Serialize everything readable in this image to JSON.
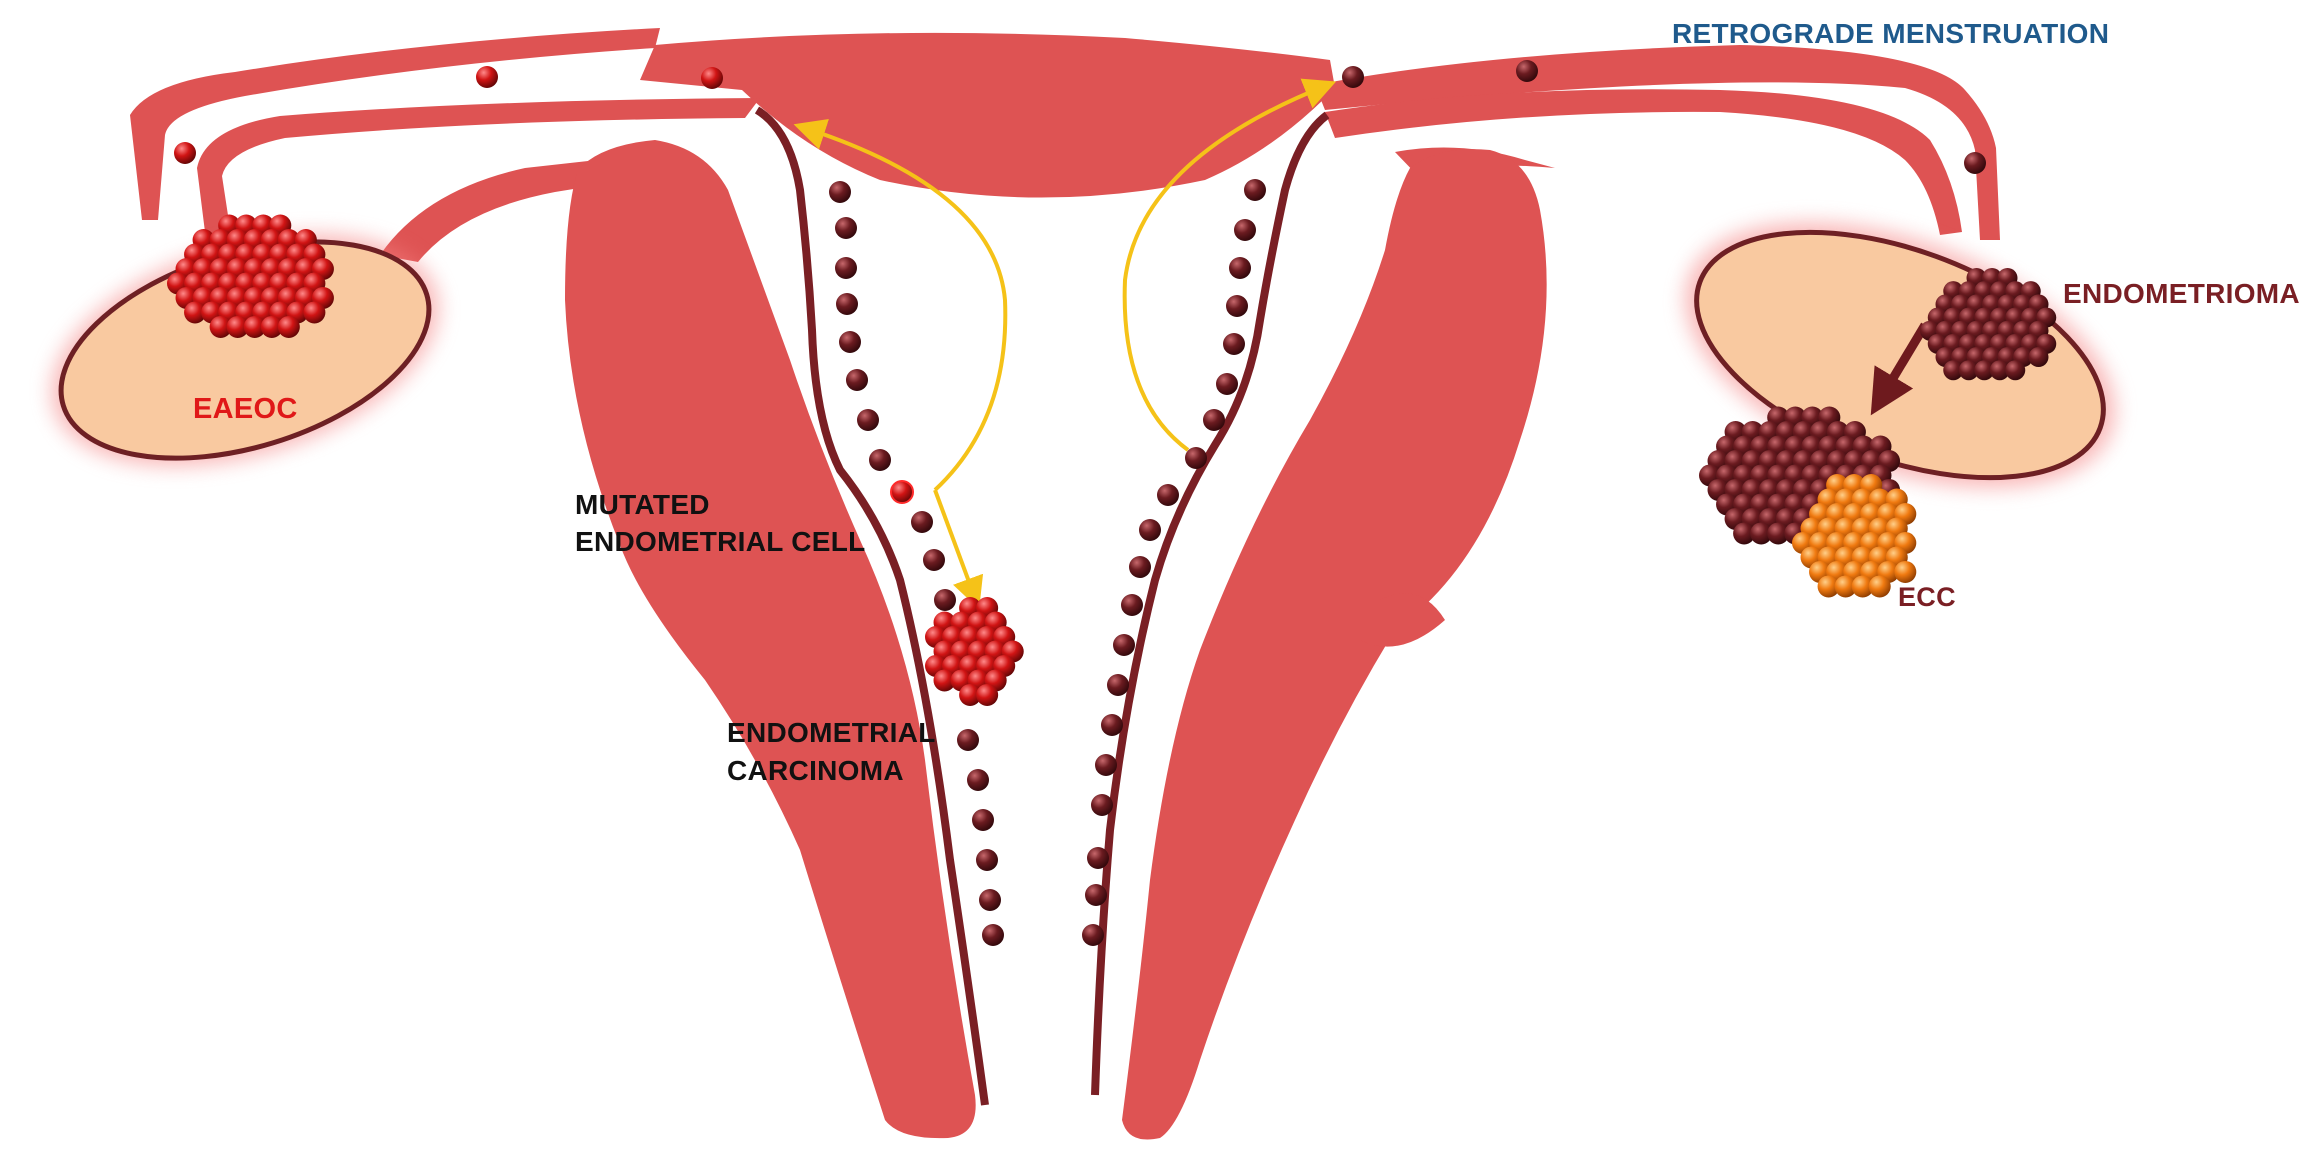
{
  "figure": {
    "labels": {
      "retrograde": "RETROGRADE MENSTRUATION",
      "endometrioma": "ENDOMETRIOMA",
      "eaeoc": "EAEOC",
      "ecc": "ECC",
      "mutated_cell": "MUTATED ENDOMETRIAL CELL",
      "carcinoma": "ENDOMETRIAL CARCINOMA"
    },
    "colors": {
      "uterus": "#de5353",
      "ovary_fill": "#f9c9a0",
      "ovary_edge": "#6e2024",
      "lining": "#7a1f24",
      "brown_cell": "#6b1b20",
      "red_cell": "#d11414",
      "orange_cell": "#f07a10",
      "arrow_yellow": "#f5c218",
      "retro_text": "#1f5a8c",
      "eaeoc_text": "#e01818"
    }
  }
}
